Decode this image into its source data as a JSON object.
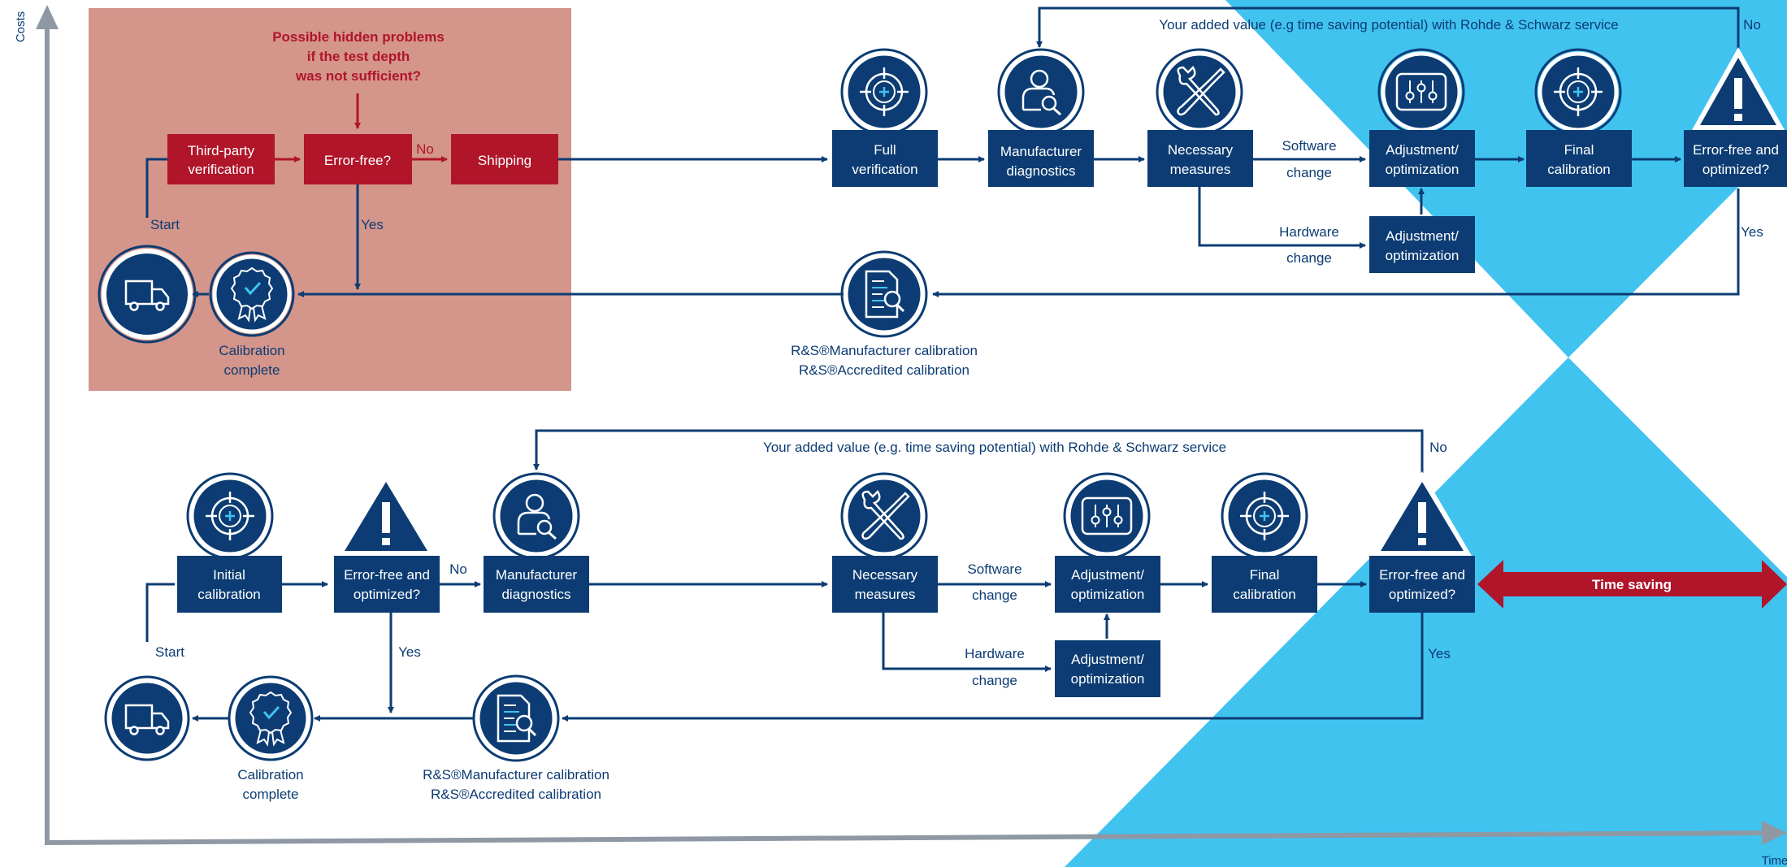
{
  "axes": {
    "y_label": "Costs",
    "x_label": "Time"
  },
  "top": {
    "warning_lines": [
      "Possible hidden problems",
      "if the test depth",
      "was not sufficient?"
    ],
    "third_party": [
      "Third-party",
      "verification"
    ],
    "error_free": "Error-free?",
    "no_label": "No",
    "yes_label": "Yes",
    "start_label": "Start",
    "shipping": "Shipping",
    "calibration_complete": [
      "Calibration",
      "complete"
    ],
    "full_verification": [
      "Full",
      "verification"
    ],
    "manufacturer_diagnostics": [
      "Manufacturer",
      "diagnostics"
    ],
    "necessary_measures": [
      "Necessary",
      "measures"
    ],
    "software_change": [
      "Software",
      "change"
    ],
    "hardware_change": [
      "Hardware",
      "change"
    ],
    "adjustment": [
      "Adjustment/",
      "optimization"
    ],
    "adjustment_lower": [
      "Adjustment/",
      "optimization"
    ],
    "final_calibration": [
      "Final",
      "calibration"
    ],
    "error_free_optimized": [
      "Error-free and",
      "optimized?"
    ],
    "added_value": "Your added value (e.g time saving potential) with Rohde & Schwarz service",
    "loop_no": "No",
    "loop_yes": "Yes",
    "rs_calibration": [
      "R&S®Manufacturer calibration",
      "R&S®Accredited calibration"
    ]
  },
  "bottom": {
    "initial_calibration": [
      "Initial",
      "calibration"
    ],
    "error_free_optimized": [
      "Error-free and",
      "optimized?"
    ],
    "no_label": "No",
    "yes_label": "Yes",
    "start_label": "Start",
    "manufacturer_diagnostics": [
      "Manufacturer",
      "diagnostics"
    ],
    "necessary_measures": [
      "Necessary",
      "measures"
    ],
    "software_change": [
      "Software",
      "change"
    ],
    "hardware_change": [
      "Hardware",
      "change"
    ],
    "adjustment": [
      "Adjustment/",
      "optimization"
    ],
    "adjustment_lower": [
      "Adjustment/",
      "optimization"
    ],
    "final_calibration": [
      "Final",
      "calibration"
    ],
    "error_free_optimized_2": [
      "Error-free and",
      "optimized?"
    ],
    "added_value": "Your added value (e.g. time saving potential) with Rohde & Schwarz service",
    "loop_no": "No",
    "loop_yes": "Yes",
    "calibration_complete": [
      "Calibration",
      "complete"
    ],
    "rs_calibration": [
      "R&S®Manufacturer calibration",
      "R&S®Accredited calibration"
    ],
    "time_saving": "Time saving"
  },
  "colors": {
    "navy": "#0c3c73",
    "red": "#b0152a",
    "salmon": "#d4958a",
    "cyan": "#41c3f0",
    "axis": "#8e99a4"
  }
}
